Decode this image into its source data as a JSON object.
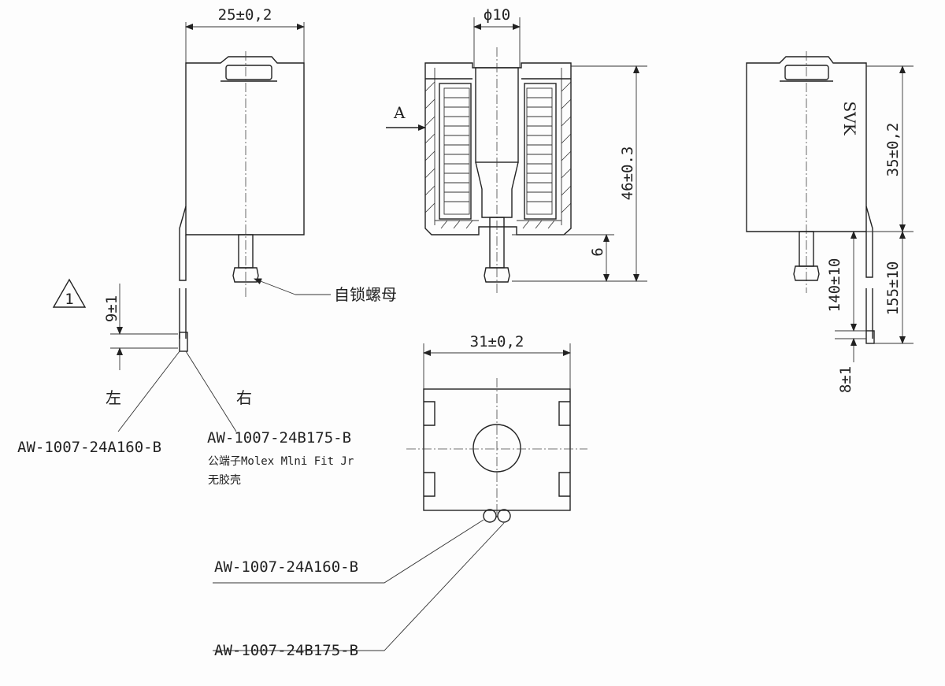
{
  "dimensions": {
    "front_width": "25±0,2",
    "diameter": "ϕ10",
    "section_height": "46±0.3",
    "section_pin": "6",
    "side_height": "35±0,2",
    "lead_140": "140±10",
    "lead_155": "155±10",
    "lead_8": "8±1",
    "lead_9": "9±1",
    "bottom_width": "31±0,2"
  },
  "labels": {
    "section_marker": "A",
    "nut": "自锁螺母",
    "left": "左",
    "right": "右",
    "warning_number": "1",
    "side_marking": "SVK",
    "wire_left": "AW-1007-24A160-B",
    "wire_right": "AW-1007-24B175-B",
    "connector": "公端子Molex Mlni Fit Jr",
    "no_housing": "无胶壳",
    "bottom_wire_1": "AW-1007-24A160-B",
    "bottom_wire_2": "AW-1007-24B175-B"
  }
}
